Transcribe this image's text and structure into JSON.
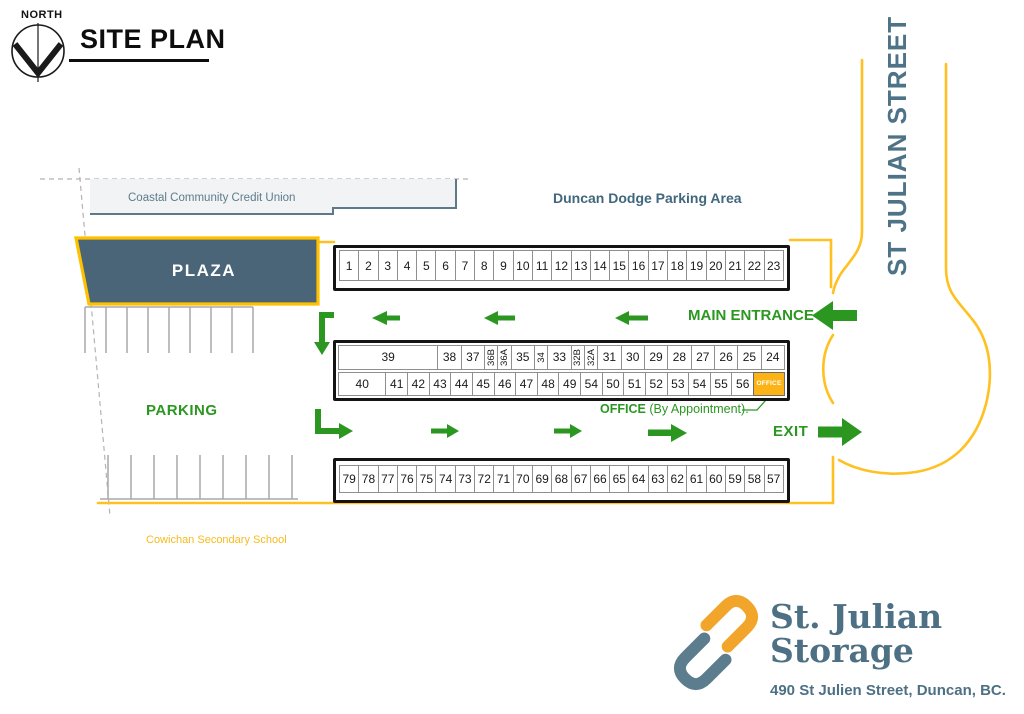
{
  "header": {
    "north_label": "NORTH",
    "title": "SITE PLAN"
  },
  "labels": {
    "credit_union": "Coastal Community Credit Union",
    "duncan_dodge": "Duncan Dodge Parking Area",
    "plaza": "PLAZA",
    "parking": "PARKING",
    "main_entrance": "MAIN ENTRANCE",
    "exit": "EXIT",
    "office_bold": "OFFICE",
    "office_note": " (By Appointment).",
    "cowichan": "Cowichan Secondary School",
    "street": "ST JULIAN STREET"
  },
  "units": {
    "top_row": [
      "1",
      "2",
      "3",
      "4",
      "5",
      "6",
      "7",
      "8",
      "9",
      "10",
      "11",
      "12",
      "13",
      "14",
      "15",
      "16",
      "17",
      "18",
      "19",
      "20",
      "21",
      "22",
      "23"
    ],
    "middle_upper": [
      "39",
      "38",
      "37",
      "36B",
      "36A",
      "35",
      "34",
      "33",
      "32B",
      "32A",
      "31",
      "30",
      "29",
      "28",
      "27",
      "26",
      "25",
      "24"
    ],
    "middle_lower": [
      "40",
      "41",
      "42",
      "43",
      "44",
      "45",
      "46",
      "47",
      "48",
      "49",
      "54",
      "50",
      "51",
      "52",
      "53",
      "54",
      "55",
      "56",
      "OFFICE"
    ],
    "bottom_row": [
      "79",
      "78",
      "77",
      "76",
      "75",
      "74",
      "73",
      "72",
      "71",
      "70",
      "69",
      "68",
      "67",
      "66",
      "65",
      "64",
      "63",
      "62",
      "61",
      "60",
      "59",
      "58",
      "57"
    ]
  },
  "logo": {
    "line1": "St. Julian",
    "line2": "Storage",
    "address": "490 St Julien Street, Duncan, BC."
  },
  "colors": {
    "green": "#2b9721",
    "road_gold": "#ffc122",
    "plaza_fill": "#4a6478",
    "plaza_border": "#ffc000",
    "office_fill": "#fcb316",
    "slate_text": "#4e7386",
    "logo_gold": "#f2a52b",
    "logo_slate": "#5b7d8e"
  }
}
